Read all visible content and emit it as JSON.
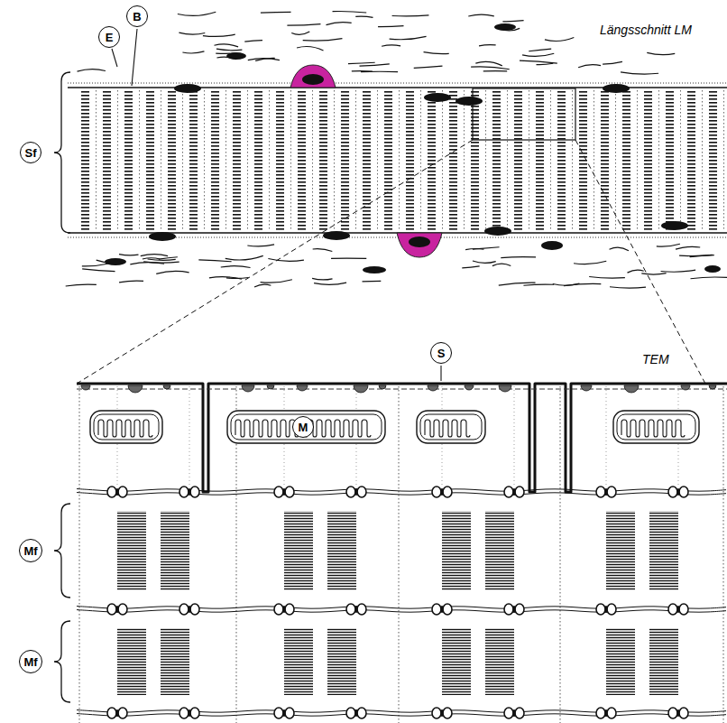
{
  "diagram": {
    "nodes": [
      {
        "text": [
          "B"
        ]
      },
      {
        "text": [
          "E"
        ]
      },
      {
        "text": [
          "Sf"
        ]
      },
      {
        "text": [
          "S"
        ]
      },
      {
        "text": [
          "M"
        ]
      },
      {
        "text": [
          "Mf"
        ]
      },
      {
        "text": [
          "Mf"
        ]
      }
    ],
    "labels": [
      "Längsschnitt LM",
      "TEM"
    ]
  }
}
